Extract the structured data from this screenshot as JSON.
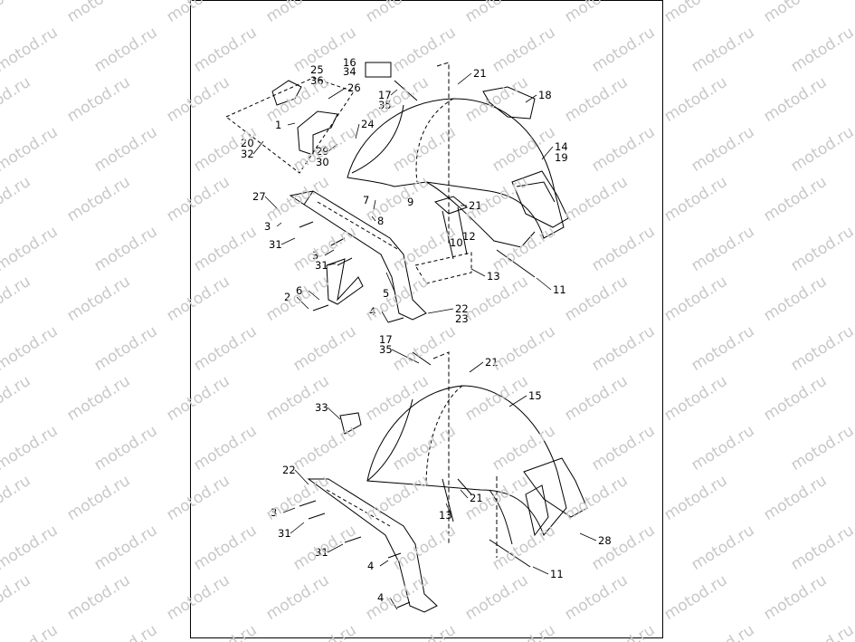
{
  "watermark": "motod.ru",
  "callouts": {
    "upper": [
      "25",
      "36",
      "16",
      "34",
      "21",
      "26",
      "18",
      "1",
      "24",
      "17",
      "35",
      "20",
      "32",
      "29",
      "30",
      "14",
      "19",
      "27",
      "7",
      "9",
      "21",
      "3",
      "8",
      "12",
      "10",
      "31",
      "3",
      "31",
      "13",
      "11",
      "6",
      "2",
      "5",
      "22",
      "23",
      "4"
    ],
    "lower": [
      "17",
      "35",
      "21",
      "15",
      "33",
      "22",
      "21",
      "3",
      "31",
      "13",
      "28",
      "31",
      "4",
      "11",
      "4"
    ]
  }
}
